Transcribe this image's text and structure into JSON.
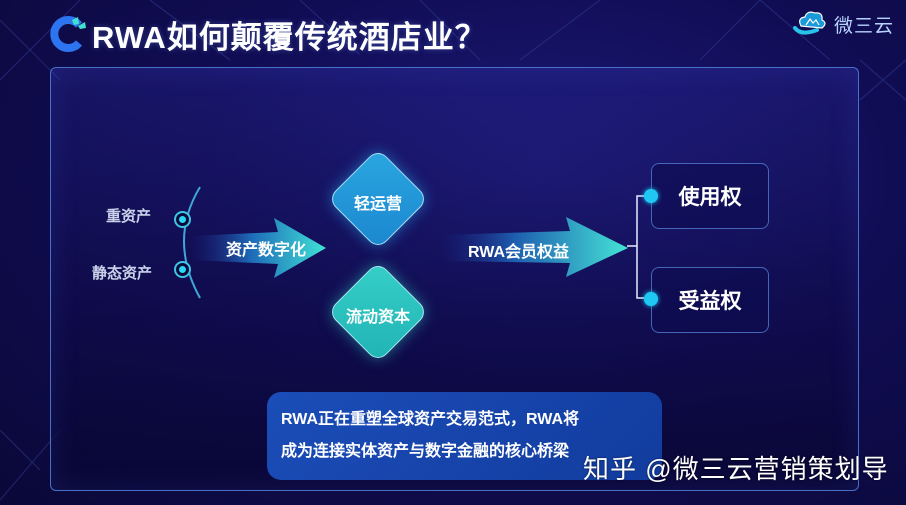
{
  "header": {
    "title": "RWA如何颠覆传统酒店业？",
    "logo_icon": "c-logo-icon"
  },
  "brand": {
    "name": "微三云",
    "icon": "cloud-logo-icon"
  },
  "diagram": {
    "left_inputs": [
      {
        "label": "重资产"
      },
      {
        "label": "静态资产"
      }
    ],
    "first_arrow": {
      "label": "资产数字化"
    },
    "middle_nodes": [
      {
        "label": "轻运营",
        "color": "#1f95d8"
      },
      {
        "label": "流动资本",
        "color": "#2cc2c0"
      }
    ],
    "second_arrow": {
      "label": "RWA会员权益"
    },
    "outputs": [
      {
        "label": "使用权"
      },
      {
        "label": "受益权"
      }
    ]
  },
  "summary": {
    "line1": "RWA正在重塑全球资产交易范式，RWA将",
    "line2": "成为连接实体资产与数字金融的核心桥梁"
  },
  "watermark": {
    "text": "知乎 @微三云营销策划导"
  },
  "colors": {
    "background": "#110d55",
    "accent_cyan": "#2ad7f5",
    "panel_border": "#4a6fc7",
    "summary_bg": "#1b4db8"
  }
}
